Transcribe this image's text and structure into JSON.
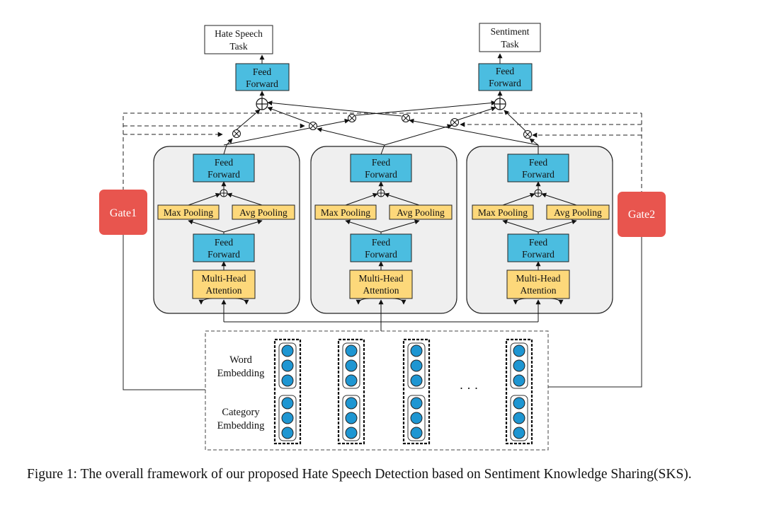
{
  "figure": {
    "tasks": {
      "hate": [
        "Hate Speech",
        "Task"
      ],
      "sentiment": [
        "Sentiment",
        "Task"
      ]
    },
    "feed_forward": [
      "Feed",
      "Forward"
    ],
    "max_pooling": "Max Pooling",
    "avg_pooling": "Avg Pooling",
    "multi_head_attention": [
      "Multi-Head",
      "Attention"
    ],
    "gates": [
      "Gate1",
      "Gate2"
    ],
    "word_embedding": [
      "Word",
      "Embedding"
    ],
    "category_embedding": [
      "Category",
      "Embedding"
    ],
    "ellipsis": "· · ·",
    "colors": {
      "feed_forward": "#4bbde0",
      "attention_pooling": "#fdd87a",
      "gate": "#e8554e",
      "expert_panel": "#efefef",
      "embedding_dot": "#1e96d2"
    }
  },
  "caption": "Figure 1: The overall framework of our proposed Hate Speech Detection based on Sentiment Knowledge Sharing(SKS)."
}
